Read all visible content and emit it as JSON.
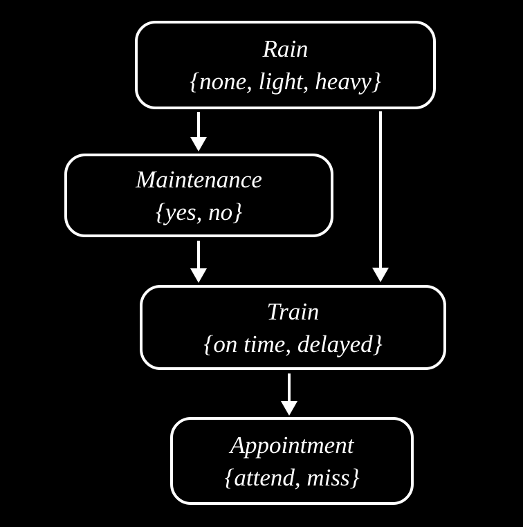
{
  "diagram": {
    "type": "bayesian-network",
    "colors": {
      "background": "#000000",
      "node_border": "#ffffff",
      "text": "#ffffff",
      "arrow": "#ffffff"
    },
    "nodes": [
      {
        "id": "rain",
        "title": "Rain",
        "states": "{none, light, heavy}"
      },
      {
        "id": "maintenance",
        "title": "Maintenance",
        "states": "{yes, no}"
      },
      {
        "id": "train",
        "title": "Train",
        "states": "{on time, delayed}"
      },
      {
        "id": "appointment",
        "title": "Appointment",
        "states": "{attend, miss}"
      }
    ],
    "edges": [
      {
        "from": "rain",
        "to": "maintenance"
      },
      {
        "from": "rain",
        "to": "train"
      },
      {
        "from": "maintenance",
        "to": "train"
      },
      {
        "from": "train",
        "to": "appointment"
      }
    ]
  }
}
